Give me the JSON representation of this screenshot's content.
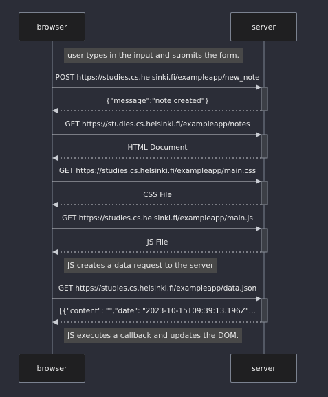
{
  "actors": {
    "browser": "browser",
    "server": "server"
  },
  "notes": [
    "user types in the input and submits the form.",
    "JS creates a data request to the server",
    "JS executes a callback and updates the DOM."
  ],
  "messages": [
    {
      "from": "browser",
      "to": "server",
      "label": "POST https://studies.cs.helsinki.fi/exampleapp/new_note",
      "style": "request"
    },
    {
      "from": "server",
      "to": "browser",
      "label": "{\"message\":\"note created\"}",
      "style": "response"
    },
    {
      "from": "browser",
      "to": "server",
      "label": "GET https://studies.cs.helsinki.fi/exampleapp/notes",
      "style": "request"
    },
    {
      "from": "server",
      "to": "browser",
      "label": "HTML Document",
      "style": "response"
    },
    {
      "from": "browser",
      "to": "server",
      "label": "GET https://studies.cs.helsinki.fi/exampleapp/main.css",
      "style": "request"
    },
    {
      "from": "server",
      "to": "browser",
      "label": "CSS File",
      "style": "response"
    },
    {
      "from": "browser",
      "to": "server",
      "label": "GET https://studies.cs.helsinki.fi/exampleapp/main.js",
      "style": "request"
    },
    {
      "from": "server",
      "to": "browser",
      "label": "JS File",
      "style": "response"
    },
    {
      "from": "browser",
      "to": "server",
      "label": "GET https://studies.cs.helsinki.fi/exampleapp/data.json",
      "style": "request"
    },
    {
      "from": "server",
      "to": "browser",
      "label": "[{\"content\": \"\",\"date\": \"2023-10-15T09:39:13.196Z\"...",
      "style": "response"
    }
  ],
  "colors": {
    "background": "#2b2d37",
    "actor_fill": "#1f1f21",
    "actor_border": "#7b8290",
    "line": "#c9ccd2",
    "activation_fill": "#3c3f46",
    "note_fill": "#484848"
  }
}
